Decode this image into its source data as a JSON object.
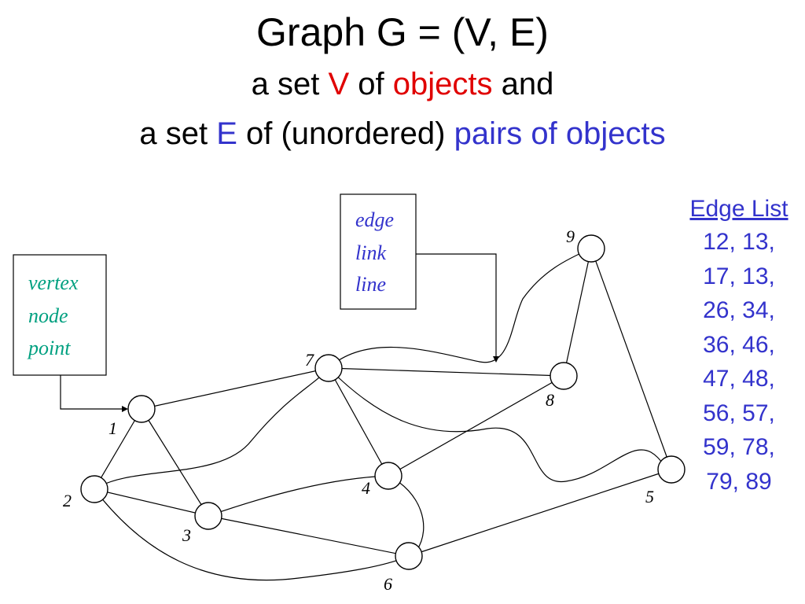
{
  "title": {
    "main": "Graph G = (V, E)",
    "line2_prefix": "a set ",
    "line2_v": "V",
    "line2_of": " of ",
    "line2_objects": "objects",
    "line2_and": " and",
    "line3_prefix": "a set ",
    "line3_e": "E",
    "line3_of": " of (unordered) ",
    "line3_pairs": "pairs of objects"
  },
  "colors": {
    "red": "#e00000",
    "blue": "#3333cc",
    "teal": "#00a080"
  },
  "vertex_box": {
    "words": [
      "vertex",
      "node",
      "point"
    ]
  },
  "edge_box": {
    "words": [
      "edge",
      "link",
      "line"
    ]
  },
  "edge_list": {
    "title": "Edge List",
    "items": [
      "12, 13,",
      "17, 13,",
      "26, 34,",
      "36, 46,",
      "47, 48,",
      "56, 57,",
      "59, 78,",
      "79, 89"
    ]
  },
  "graph": {
    "nodes": [
      {
        "id": "1",
        "label": "1"
      },
      {
        "id": "2",
        "label": "2"
      },
      {
        "id": "3",
        "label": "3"
      },
      {
        "id": "4",
        "label": "4"
      },
      {
        "id": "5",
        "label": "5"
      },
      {
        "id": "6",
        "label": "6"
      },
      {
        "id": "7",
        "label": "7"
      },
      {
        "id": "8",
        "label": "8"
      },
      {
        "id": "9",
        "label": "9"
      }
    ],
    "edges": [
      [
        "1",
        "2"
      ],
      [
        "1",
        "3"
      ],
      [
        "1",
        "7"
      ],
      [
        "2",
        "6"
      ],
      [
        "3",
        "4"
      ],
      [
        "3",
        "6"
      ],
      [
        "4",
        "6"
      ],
      [
        "4",
        "7"
      ],
      [
        "4",
        "8"
      ],
      [
        "5",
        "6"
      ],
      [
        "5",
        "7"
      ],
      [
        "5",
        "9"
      ],
      [
        "7",
        "8"
      ],
      [
        "7",
        "9"
      ],
      [
        "8",
        "9"
      ],
      [
        "2",
        "7"
      ]
    ]
  }
}
